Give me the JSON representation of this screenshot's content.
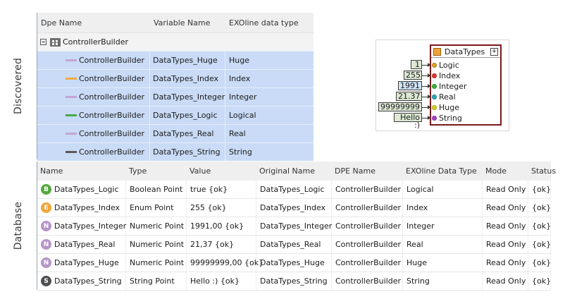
{
  "side_labels": {
    "discovered": "Discovered",
    "database": "Database"
  },
  "discovered": {
    "columns": [
      "Dpe Name",
      "Variable Name",
      "EXOline data type"
    ],
    "group": {
      "label": "ControllerBuilder",
      "icon": "folder-icon"
    },
    "rows": [
      {
        "dpe": "ControllerBuilder",
        "variable": "DataTypes_Huge",
        "type": "Huge",
        "color": "#c4a4d6"
      },
      {
        "dpe": "ControllerBuilder",
        "variable": "DataTypes_Index",
        "type": "Index",
        "color": "#f1a948"
      },
      {
        "dpe": "ControllerBuilder",
        "variable": "DataTypes_Integer",
        "type": "Integer",
        "color": "#c4a4d6"
      },
      {
        "dpe": "ControllerBuilder",
        "variable": "DataTypes_Logic",
        "type": "Logical",
        "color": "#46a84d"
      },
      {
        "dpe": "ControllerBuilder",
        "variable": "DataTypes_Real",
        "type": "Real",
        "color": "#c4a4d6"
      },
      {
        "dpe": "ControllerBuilder",
        "variable": "DataTypes_String",
        "type": "String",
        "color": "#5a5a5a"
      }
    ]
  },
  "database": {
    "columns": [
      "Name",
      "Type",
      "Value",
      "Original Name",
      "DPE Name",
      "EXOline Data Type",
      "Mode",
      "Status"
    ],
    "rows": [
      {
        "badge": "B",
        "badge_color": "#56a83f",
        "name": "DataTypes_Logic",
        "type": "Boolean Point",
        "value": "true {ok}",
        "original": "DataTypes_Logic",
        "dpe": "ControllerBuilder",
        "exo": "Logical",
        "mode": "Read Only",
        "status": "{ok}"
      },
      {
        "badge": "E",
        "badge_color": "#f0a53b",
        "name": "DataTypes_Index",
        "type": "Enum Point",
        "value": "255 {ok}",
        "original": "DataTypes_Index",
        "dpe": "ControllerBuilder",
        "exo": "Index",
        "mode": "Read Only",
        "status": "{ok}"
      },
      {
        "badge": "N",
        "badge_color": "#b695c9",
        "name": "DataTypes_Integer",
        "type": "Numeric Point",
        "value": "1991,00 {ok}",
        "original": "DataTypes_Integer",
        "dpe": "ControllerBuilder",
        "exo": "Integer",
        "mode": "Read Only",
        "status": "{ok}"
      },
      {
        "badge": "N",
        "badge_color": "#b695c9",
        "name": "DataTypes_Real",
        "type": "Numeric Point",
        "value": "21,37 {ok}",
        "original": "DataTypes_Real",
        "dpe": "ControllerBuilder",
        "exo": "Real",
        "mode": "Read Only",
        "status": "{ok}"
      },
      {
        "badge": "N",
        "badge_color": "#b695c9",
        "name": "DataTypes_Huge",
        "type": "Numeric Point",
        "value": "99999999,00 {ok}",
        "original": "DataTypes_Huge",
        "dpe": "ControllerBuilder",
        "exo": "Huge",
        "mode": "Read Only",
        "status": "{ok}"
      },
      {
        "badge": "S",
        "badge_color": "#505050",
        "name": "DataTypes_String",
        "type": "String Point",
        "value": "Hello :) {ok}",
        "original": "DataTypes_String",
        "dpe": "ControllerBuilder",
        "exo": "String",
        "mode": "Read Only",
        "status": "{ok}"
      }
    ]
  },
  "wiresheet": {
    "component_title": "DataTypes",
    "expand_label": "+",
    "slots": [
      {
        "label": "Logic",
        "link_value": "1",
        "dot_color": "#e8a020",
        "box_color": "#dce8d4"
      },
      {
        "label": "Index",
        "link_value": "255",
        "dot_color": "#e03a2a",
        "box_color": "#dce8d4"
      },
      {
        "label": "Integer",
        "link_value": "1991",
        "dot_color": "#38b838",
        "box_color": "#cfe3f7"
      },
      {
        "label": "Real",
        "link_value": "21.37",
        "dot_color": "#2aa8b8",
        "box_color": "#dce8d4"
      },
      {
        "label": "Huge",
        "link_value": "99999999",
        "dot_color": "#d8d020",
        "box_color": "#dce8d4"
      },
      {
        "label": "String",
        "link_value": "Hello :)",
        "dot_color": "#b040c8",
        "box_color": "#dce8d4"
      }
    ]
  }
}
